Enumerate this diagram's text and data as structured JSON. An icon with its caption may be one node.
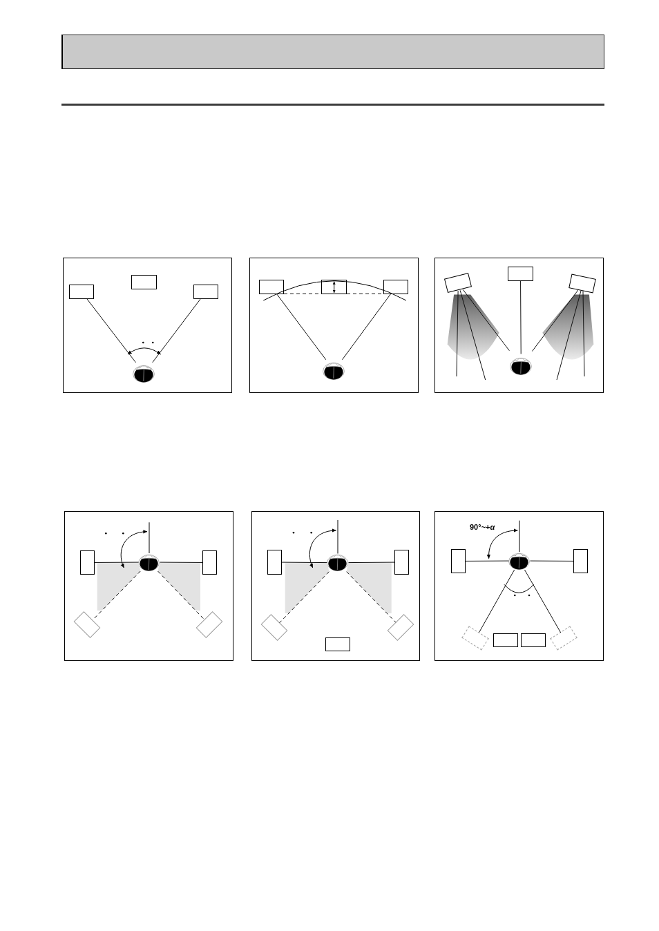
{
  "diagram": {
    "nodes": [
      {
        "text": [],
        "shape": "box"
      },
      {
        "text": [],
        "shape": "box",
        "in": 0
      },
      {
        "text": [],
        "shape": "box",
        "in": 0
      },
      {
        "text": [],
        "shape": "box",
        "in": 0
      },
      {
        "text": [],
        "shape": "person",
        "in": 0
      },
      {
        "text": [],
        "shape": "box"
      },
      {
        "text": [],
        "shape": "box",
        "in": 5
      },
      {
        "text": [],
        "shape": "box",
        "in": 5
      },
      {
        "text": [],
        "shape": "box",
        "in": 5
      },
      {
        "text": [],
        "shape": "person",
        "in": 5
      },
      {
        "text": [],
        "shape": "box"
      },
      {
        "text": [],
        "shape": "box",
        "in": 10
      },
      {
        "text": [],
        "shape": "box",
        "in": 10
      },
      {
        "text": [],
        "shape": "box",
        "in": 10
      },
      {
        "text": [],
        "shape": "person",
        "in": 10
      },
      {
        "text": [],
        "shape": "box"
      },
      {
        "text": [],
        "shape": "box",
        "in": 15
      },
      {
        "text": [],
        "shape": "person",
        "in": 15
      },
      {
        "text": [],
        "shape": "box",
        "in": 15
      },
      {
        "text": [],
        "shape": "box",
        "in": 15
      },
      {
        "text": [],
        "shape": "box",
        "in": 15
      },
      {
        "text": [],
        "shape": "box"
      },
      {
        "text": [],
        "shape": "box",
        "in": 21
      },
      {
        "text": [],
        "shape": "person",
        "in": 21
      },
      {
        "text": [],
        "shape": "box",
        "in": 21
      },
      {
        "text": [],
        "shape": "box",
        "in": 21
      },
      {
        "text": [],
        "shape": "box",
        "in": 21
      },
      {
        "text": [],
        "shape": "box",
        "in": 21
      },
      {
        "text": [],
        "shape": "box"
      },
      {
        "text": [],
        "shape": "box",
        "in": 28
      },
      {
        "text": [],
        "shape": "person",
        "in": 28
      },
      {
        "text": [],
        "shape": "box",
        "in": 28
      },
      {
        "text": [],
        "shape": "box",
        "in": 28
      },
      {
        "text": [],
        "shape": "box",
        "in": 28
      },
      {
        "text": [],
        "shape": "box",
        "in": 28
      },
      {
        "text": [],
        "shape": "box",
        "in": 28
      }
    ],
    "edges": [
      {
        "from": 1,
        "to": 4,
        "arrow": "none"
      },
      {
        "from": 3,
        "to": 4,
        "arrow": "none"
      },
      {
        "from": 6,
        "to": 7,
        "arrow": "none",
        "style": "dashed"
      },
      {
        "from": 7,
        "to": 8,
        "arrow": "none",
        "style": "dashed"
      },
      {
        "from": 6,
        "to": 9,
        "arrow": "none"
      },
      {
        "from": 8,
        "to": 9,
        "arrow": "none"
      },
      {
        "from": 12,
        "to": 14,
        "arrow": "none"
      },
      {
        "from": 11,
        "to": 14,
        "arrow": "none"
      },
      {
        "from": 11,
        "to": null,
        "arrow": "none"
      },
      {
        "from": 11,
        "to": null,
        "arrow": "none"
      },
      {
        "from": 13,
        "to": 14,
        "arrow": "none"
      },
      {
        "from": 13,
        "to": null,
        "arrow": "none"
      },
      {
        "from": 13,
        "to": null,
        "arrow": "none"
      },
      {
        "from": 17,
        "to": 16,
        "arrow": "none"
      },
      {
        "from": 17,
        "to": 18,
        "arrow": "none"
      },
      {
        "from": 17,
        "to": 19,
        "arrow": "none",
        "style": "dashed"
      },
      {
        "from": 17,
        "to": 20,
        "arrow": "none",
        "style": "dashed"
      },
      {
        "from": 23,
        "to": 22,
        "arrow": "none"
      },
      {
        "from": 23,
        "to": 24,
        "arrow": "none"
      },
      {
        "from": 23,
        "to": 25,
        "arrow": "none",
        "style": "dashed"
      },
      {
        "from": 23,
        "to": 26,
        "arrow": "none",
        "style": "dashed"
      },
      {
        "from": 30,
        "to": 29,
        "arrow": "none"
      },
      {
        "from": 30,
        "to": 31,
        "arrow": "none"
      },
      {
        "from": 30,
        "to": 32,
        "arrow": "none"
      },
      {
        "from": 30,
        "to": 35,
        "arrow": "none"
      }
    ],
    "labels": [
      "90°~+*α*"
    ]
  }
}
